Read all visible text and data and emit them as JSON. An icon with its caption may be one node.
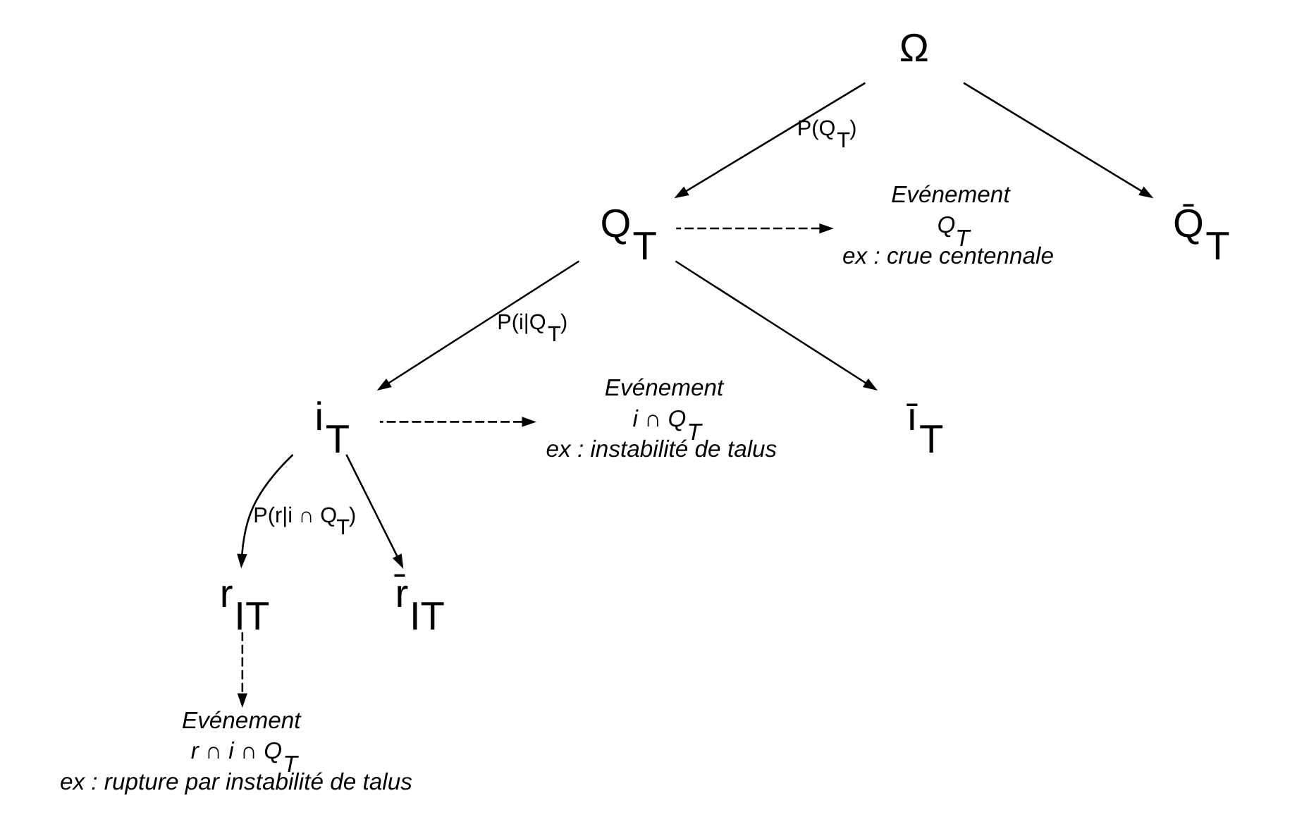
{
  "diagram": {
    "nodes": [
      {
        "text": [
          "Ω"
        ]
      },
      {
        "text": [
          "Q$_{T}$"
        ]
      },
      {
        "text": [
          "Q̄$_{T}$"
        ]
      },
      {
        "text": [
          "Evénement",
          "Q$_{T}$",
          "ex : crue centennale"
        ]
      },
      {
        "text": [
          "i$_{T}$"
        ]
      },
      {
        "text": [
          "ī$_{T}$"
        ]
      },
      {
        "text": [
          "Evénement",
          "i ∩ Q$_{T}$",
          "ex : instabilité de talus"
        ]
      },
      {
        "text": [
          "r$_{IT}$"
        ]
      },
      {
        "text": [
          "r̄$_{IT}$"
        ]
      },
      {
        "text": [
          "Evénement",
          "r ∩ i ∩ Q$_{T}$",
          "ex : rupture par instabilité de talus"
        ]
      }
    ],
    "edges": [
      {
        "from": 0,
        "to": 1,
        "arrow": "to",
        "label": "P(Q$_{T}$)"
      },
      {
        "from": 0,
        "to": 2,
        "arrow": "to"
      },
      {
        "from": 1,
        "to": 3,
        "arrow": "to",
        "style": "dashed"
      },
      {
        "from": 1,
        "to": 4,
        "arrow": "to",
        "label": "P(i|Q$_{T}$)"
      },
      {
        "from": 1,
        "to": 5,
        "arrow": "to"
      },
      {
        "from": 4,
        "to": 6,
        "arrow": "to",
        "style": "dashed"
      },
      {
        "from": 4,
        "to": 7,
        "arrow": "to",
        "label": "P(r|i ∩ Q$_{T}$)"
      },
      {
        "from": 4,
        "to": 8,
        "arrow": "to"
      },
      {
        "from": 7,
        "to": 9,
        "arrow": "to",
        "style": "dashed"
      }
    ]
  }
}
